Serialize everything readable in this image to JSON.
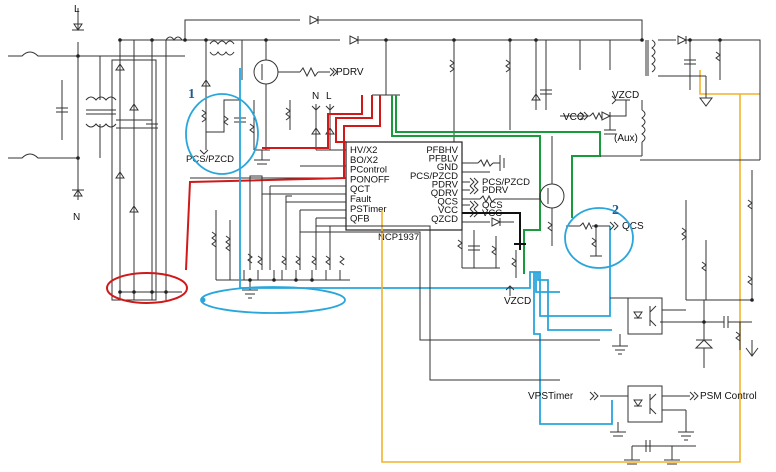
{
  "labels": {
    "pdrv": "PDRV",
    "line_top": "L",
    "neutral_bottom": "N",
    "n_pin": "N",
    "l_pin": "L",
    "vzcd_top": "VZCD",
    "vcc": "VCC",
    "aux": "(Aux)",
    "qcs": "QCS",
    "vzcd_bottom": "VZCD",
    "vpstimer": "VPSTimer",
    "psm_control": "PSM Control",
    "pcs_pzcd_left": "PCS/PZCD",
    "pcs_pzcd_right": "PCS/PZCD",
    "pdrv_right": "PDRV",
    "qcs_right": "QCS",
    "vcc_right": "VCC"
  },
  "chip": {
    "name": "NCP1937",
    "left_pins": [
      "HV/X2",
      "BO/X2",
      "PControl",
      "PONOFF",
      "QCT",
      "Fault",
      "PSTimer",
      "QFB"
    ],
    "right_pins": [
      "PFBHV",
      "PFBLV",
      "GND",
      "PCS/PZCD",
      "PDRV",
      "QDRV",
      "QCS",
      "VCC",
      "QZCD"
    ]
  },
  "callouts": {
    "one": "1",
    "two": "2"
  },
  "colors": {
    "wire": "#333333",
    "red_path": "#d01a1a",
    "green_path": "#1a9a3a",
    "blue_path": "#29a6dc",
    "orange_path": "#f1b22e",
    "callout_number": "#1d5d92"
  }
}
